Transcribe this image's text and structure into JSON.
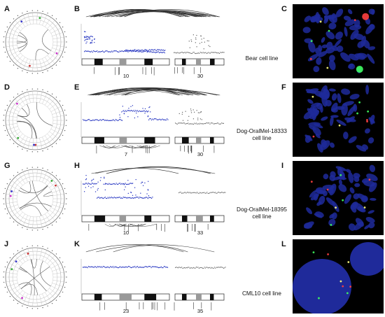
{
  "figure": {
    "rows": [
      {
        "id": "bear",
        "circos_label": "A",
        "track_label": "B",
        "fish_label": "C",
        "cell_line_lines": [
          "Bear cell line"
        ],
        "chromosomes": [
          "10",
          "30"
        ]
      },
      {
        "id": "dog18333",
        "circos_label": "D",
        "track_label": "E",
        "fish_label": "F",
        "cell_line_lines": [
          "Dog-OralMel-18333",
          "cell line"
        ],
        "chromosomes": [
          "7",
          "30"
        ]
      },
      {
        "id": "dog18395",
        "circos_label": "G",
        "track_label": "H",
        "fish_label": "I",
        "cell_line_lines": [
          "Dog-OralMel-18395",
          "cell line"
        ],
        "chromosomes": [
          "10",
          "33"
        ]
      },
      {
        "id": "cml10",
        "circos_label": "J",
        "track_label": "K",
        "fish_label": "L",
        "cell_line_lines": [
          "CML10 cell line"
        ],
        "chromosomes": [
          "23",
          "35"
        ]
      }
    ],
    "colors": {
      "copy_number_points": "#1f2fbf",
      "copy_number_secondary": "#666666",
      "fish_background": "#000000",
      "fish_nucleus": "#1f2a9a"
    }
  }
}
